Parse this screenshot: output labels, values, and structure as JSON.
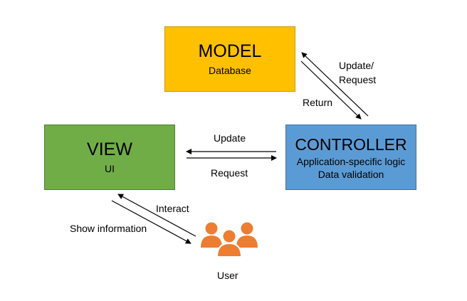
{
  "model": {
    "title": "MODEL",
    "subtitle": "Database",
    "color": "#ffc000"
  },
  "view": {
    "title": "VIEW",
    "subtitle": "UI",
    "color": "#70ad47"
  },
  "controller": {
    "title": "CONTROLLER",
    "line1": "Application-specific logic",
    "line2": "Data validation",
    "color": "#5b9bd5"
  },
  "edges": {
    "model_controller_up": "Update/",
    "model_controller_up2": "Request",
    "controller_model_return": "Return",
    "controller_view_update": "Update",
    "view_controller_request": "Request",
    "user_view_interact": "Interact",
    "view_user_show": "Show information"
  },
  "user": {
    "label": "User",
    "icon": "users-icon",
    "color": "#ed7d31"
  }
}
